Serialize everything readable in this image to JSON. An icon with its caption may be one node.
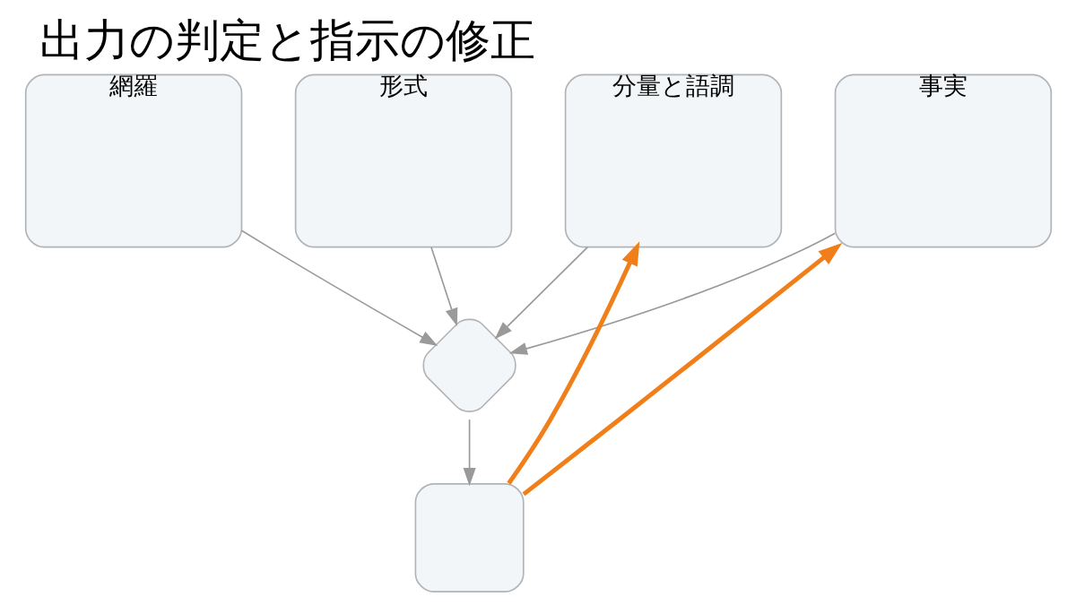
{
  "diagram": {
    "title": "出力の判定と指示の修正",
    "nodes": [
      {
        "text": [
          "事実"
        ]
      },
      {
        "text": [
          "網羅"
        ]
      },
      {
        "text": [
          "形式"
        ]
      },
      {
        "text": [
          "分量と語調"
        ]
      },
      {
        "text": [],
        "shape": "diamond"
      },
      {
        "text": [],
        "shape": "box"
      }
    ],
    "edges": [
      {
        "from": 0,
        "to": 4,
        "arrow": "to"
      },
      {
        "from": 1,
        "to": 4,
        "arrow": "to"
      },
      {
        "from": 2,
        "to": 4,
        "arrow": "to"
      },
      {
        "from": 3,
        "to": 4,
        "arrow": "to"
      },
      {
        "from": 4,
        "to": 5,
        "arrow": "to"
      },
      {
        "from": 5,
        "to": 0,
        "arrow": "to",
        "style": "thick",
        "color": "#f07f1a"
      },
      {
        "from": 5,
        "to": 3,
        "arrow": "to",
        "style": "thick",
        "color": "#f07f1a"
      }
    ]
  }
}
